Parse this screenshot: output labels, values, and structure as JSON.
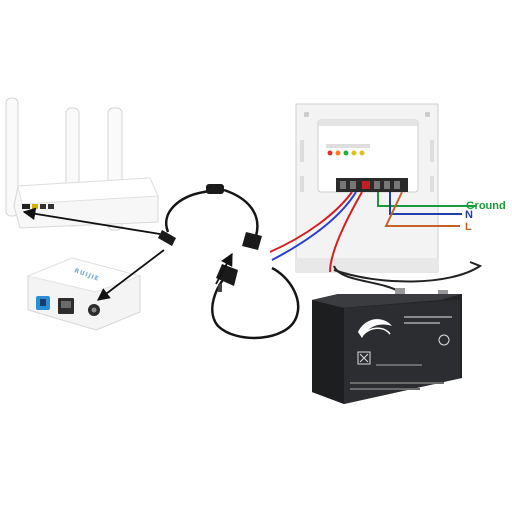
{
  "colors": {
    "ground": "#1a9a3a",
    "neutral": "#1f3fb0",
    "live": "#c8602a",
    "dc_red": "#d42020",
    "dc_blue": "#2a3fd0",
    "arrow": "#111111",
    "battery_body": "#2b2d30",
    "device_white": "#f6f6f6"
  },
  "labels": {
    "ground": "Ground",
    "neutral": "N",
    "live": "L"
  },
  "icons": {
    "router": "wifi-router",
    "ont": "ont-modem",
    "psu": "ups-power-supply",
    "battery": "sealed-lead-acid-battery",
    "splitter": "dc-y-splitter-cable"
  }
}
